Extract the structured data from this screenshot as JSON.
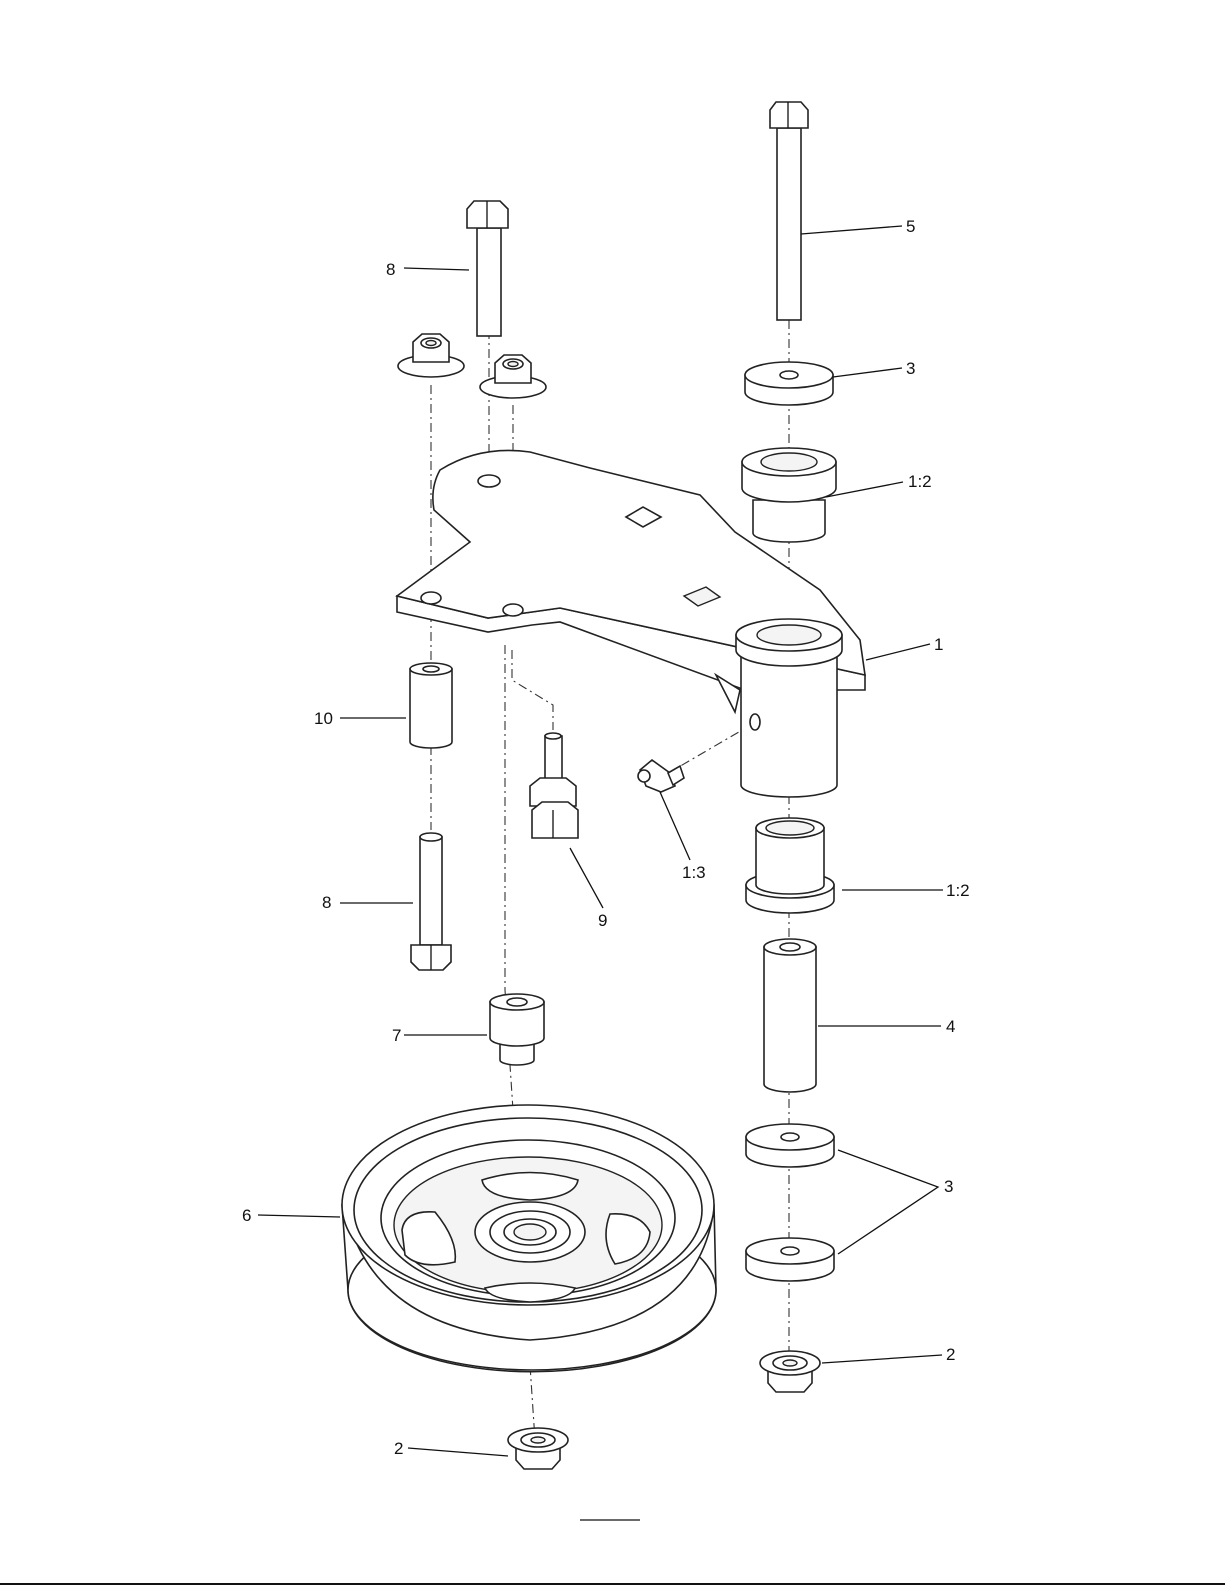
{
  "labels": {
    "l1": "1",
    "l12a": "1:2",
    "l12b": "1:2",
    "l13": "1:3",
    "l2a": "2",
    "l2b": "2",
    "l3a": "3",
    "l3b": "3",
    "l4": "4",
    "l5": "5",
    "l6": "6",
    "l7": "7",
    "l8a": "8",
    "l8b": "8",
    "l9": "9",
    "l10": "10"
  }
}
